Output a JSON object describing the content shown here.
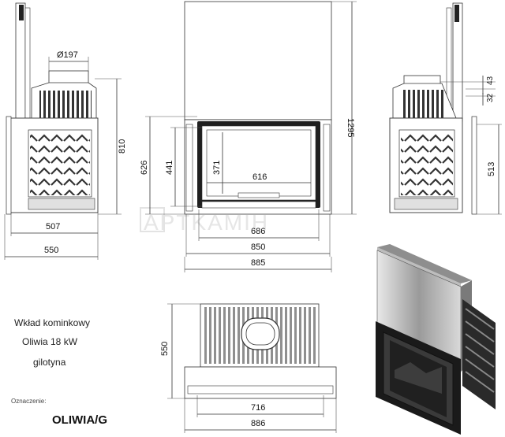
{
  "product": {
    "line1": "Wkład kominkowy",
    "line2": "Oliwia 18 kW",
    "line3": "gilotyna",
    "designation_label": "Oznaczenie:",
    "designation_code": "OLIWIA/G"
  },
  "watermark": "APTKAMIH",
  "dimensions": {
    "side_left": {
      "flue_diameter": "Ø197",
      "height": "810",
      "depth_inner": "507",
      "depth_outer": "550"
    },
    "front": {
      "total_height": "1295",
      "door_height": "626",
      "frame_height": "441",
      "glass_height": "371",
      "glass_width": "616",
      "width_inner": "686",
      "width_mid": "850",
      "width_outer": "885"
    },
    "side_right": {
      "top_offset": "43",
      "collar": "32",
      "height": "513"
    },
    "top_view": {
      "depth": "550",
      "width_inner": "716",
      "width_outer": "886"
    }
  },
  "colors": {
    "line": "#333333",
    "metal_light": "#c8c8c8",
    "metal_dark": "#1a1a1a",
    "watermark": "#e6e6e6"
  }
}
